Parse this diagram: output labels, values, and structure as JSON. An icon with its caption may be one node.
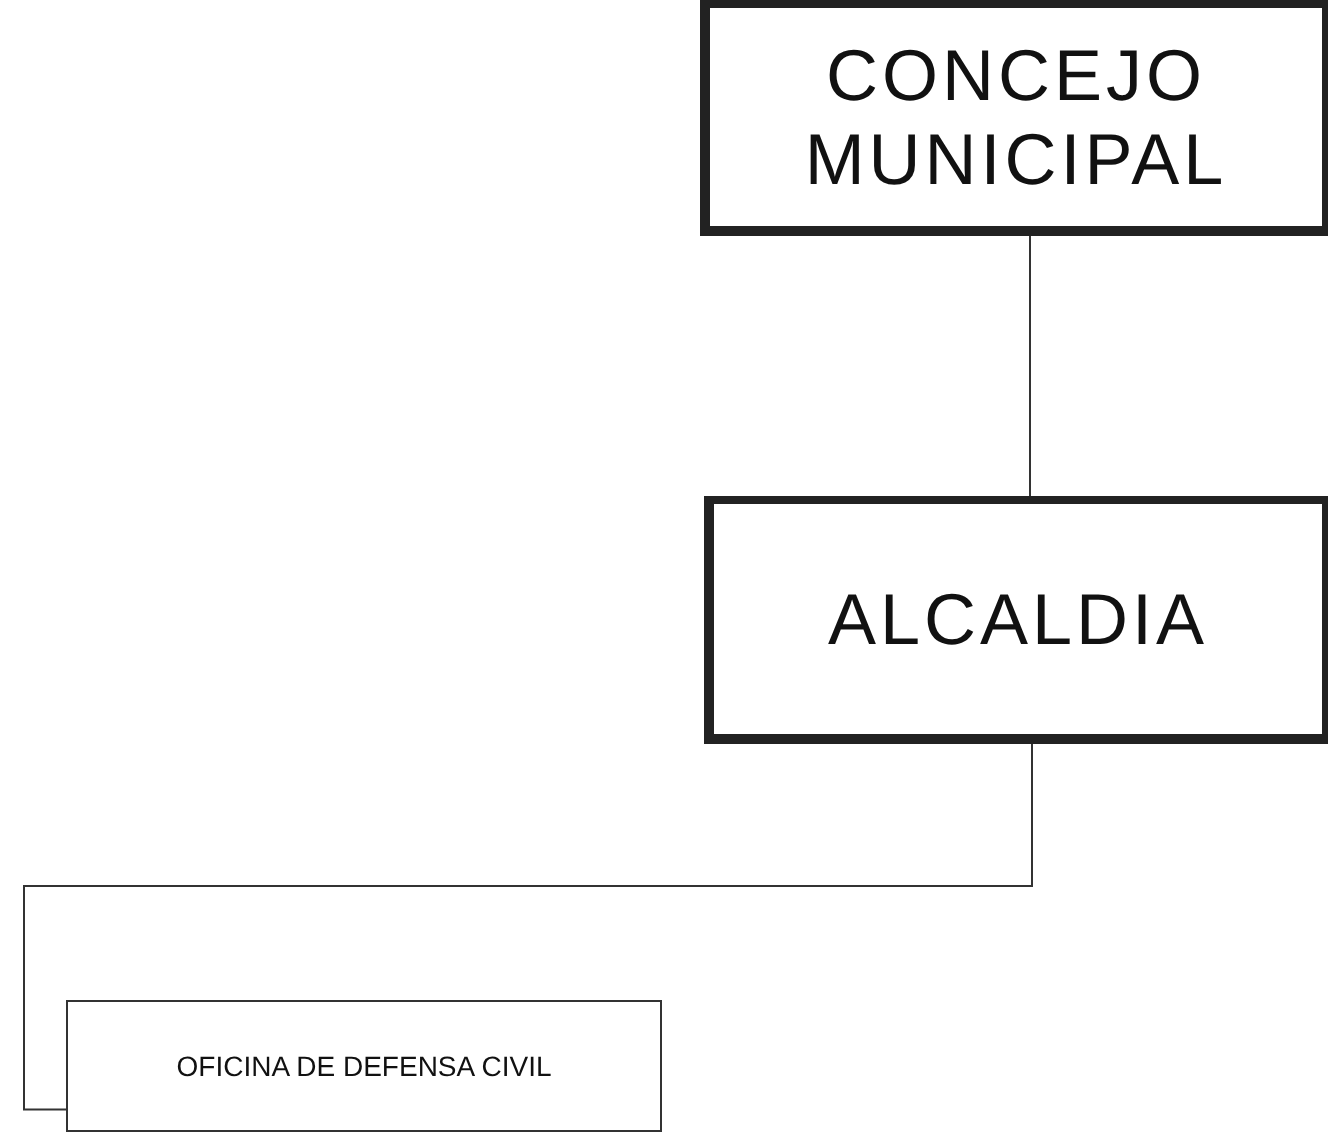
{
  "diagram": {
    "nodes": [
      {
        "text": [
          "CONCEJO MUNICIPAL"
        ]
      },
      {
        "text": [
          "ALCALDIA"
        ]
      },
      {
        "text": [
          "OFICINA DE DEFENSA CIVIL"
        ]
      }
    ],
    "edges": [
      {
        "from": 0,
        "to": 1,
        "arrow": "none"
      },
      {
        "from": 1,
        "to": 2,
        "arrow": "none"
      }
    ]
  }
}
